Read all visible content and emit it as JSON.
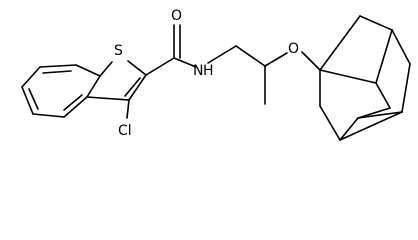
{
  "figure": {
    "type": "chemical-structure",
    "atom_labels": {
      "sulfur": "S",
      "oxygen_carbonyl": "O",
      "nitrogen_amide": "N",
      "hydrogen_amide": "H",
      "oxygen_ether": "O",
      "chlorine": "Cl"
    },
    "colors": {
      "bond": "#000000",
      "label": "#000000",
      "background": "#ffffff"
    }
  }
}
